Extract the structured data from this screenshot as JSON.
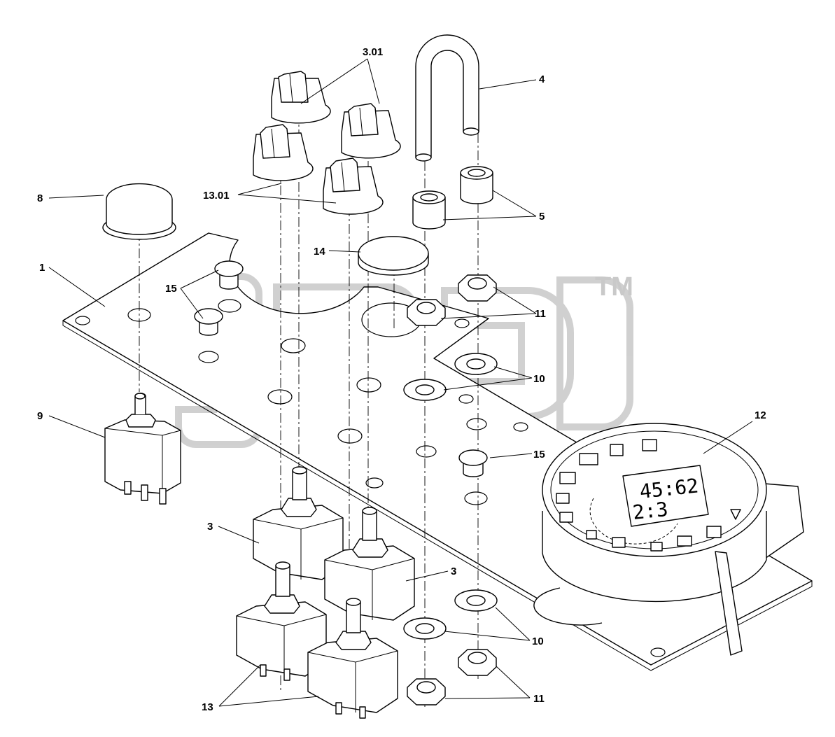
{
  "diagram": {
    "labels": {
      "p1": "1",
      "p3a": "3",
      "p3b": "3",
      "p301": "3.01",
      "p4": "4",
      "p5": "5",
      "p8": "8",
      "p9": "9",
      "p10a": "10",
      "p10b": "10",
      "p11a": "11",
      "p11b": "11",
      "p12": "12",
      "p13": "13",
      "p1301": "13.01",
      "p14": "14",
      "p15a": "15",
      "p15b": "15"
    },
    "watermark": "TM",
    "display_top": "45:62",
    "display_bottom": "2:3"
  }
}
